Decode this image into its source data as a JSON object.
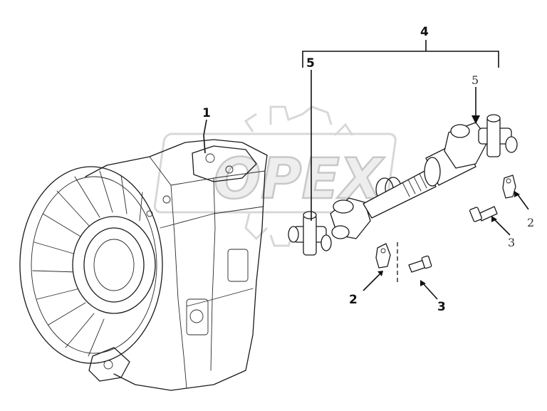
{
  "watermark": {
    "text": "OPEX"
  },
  "callouts": {
    "c1": "1",
    "c2_left": "2",
    "c2_right": "2",
    "c3_left": "3",
    "c3_right": "3",
    "c4": "4",
    "c5_left": "5",
    "c5_right": "5"
  },
  "colors": {
    "ink": "#1a1a1a",
    "watermark": "#c8c8c8",
    "background": "#ffffff"
  }
}
